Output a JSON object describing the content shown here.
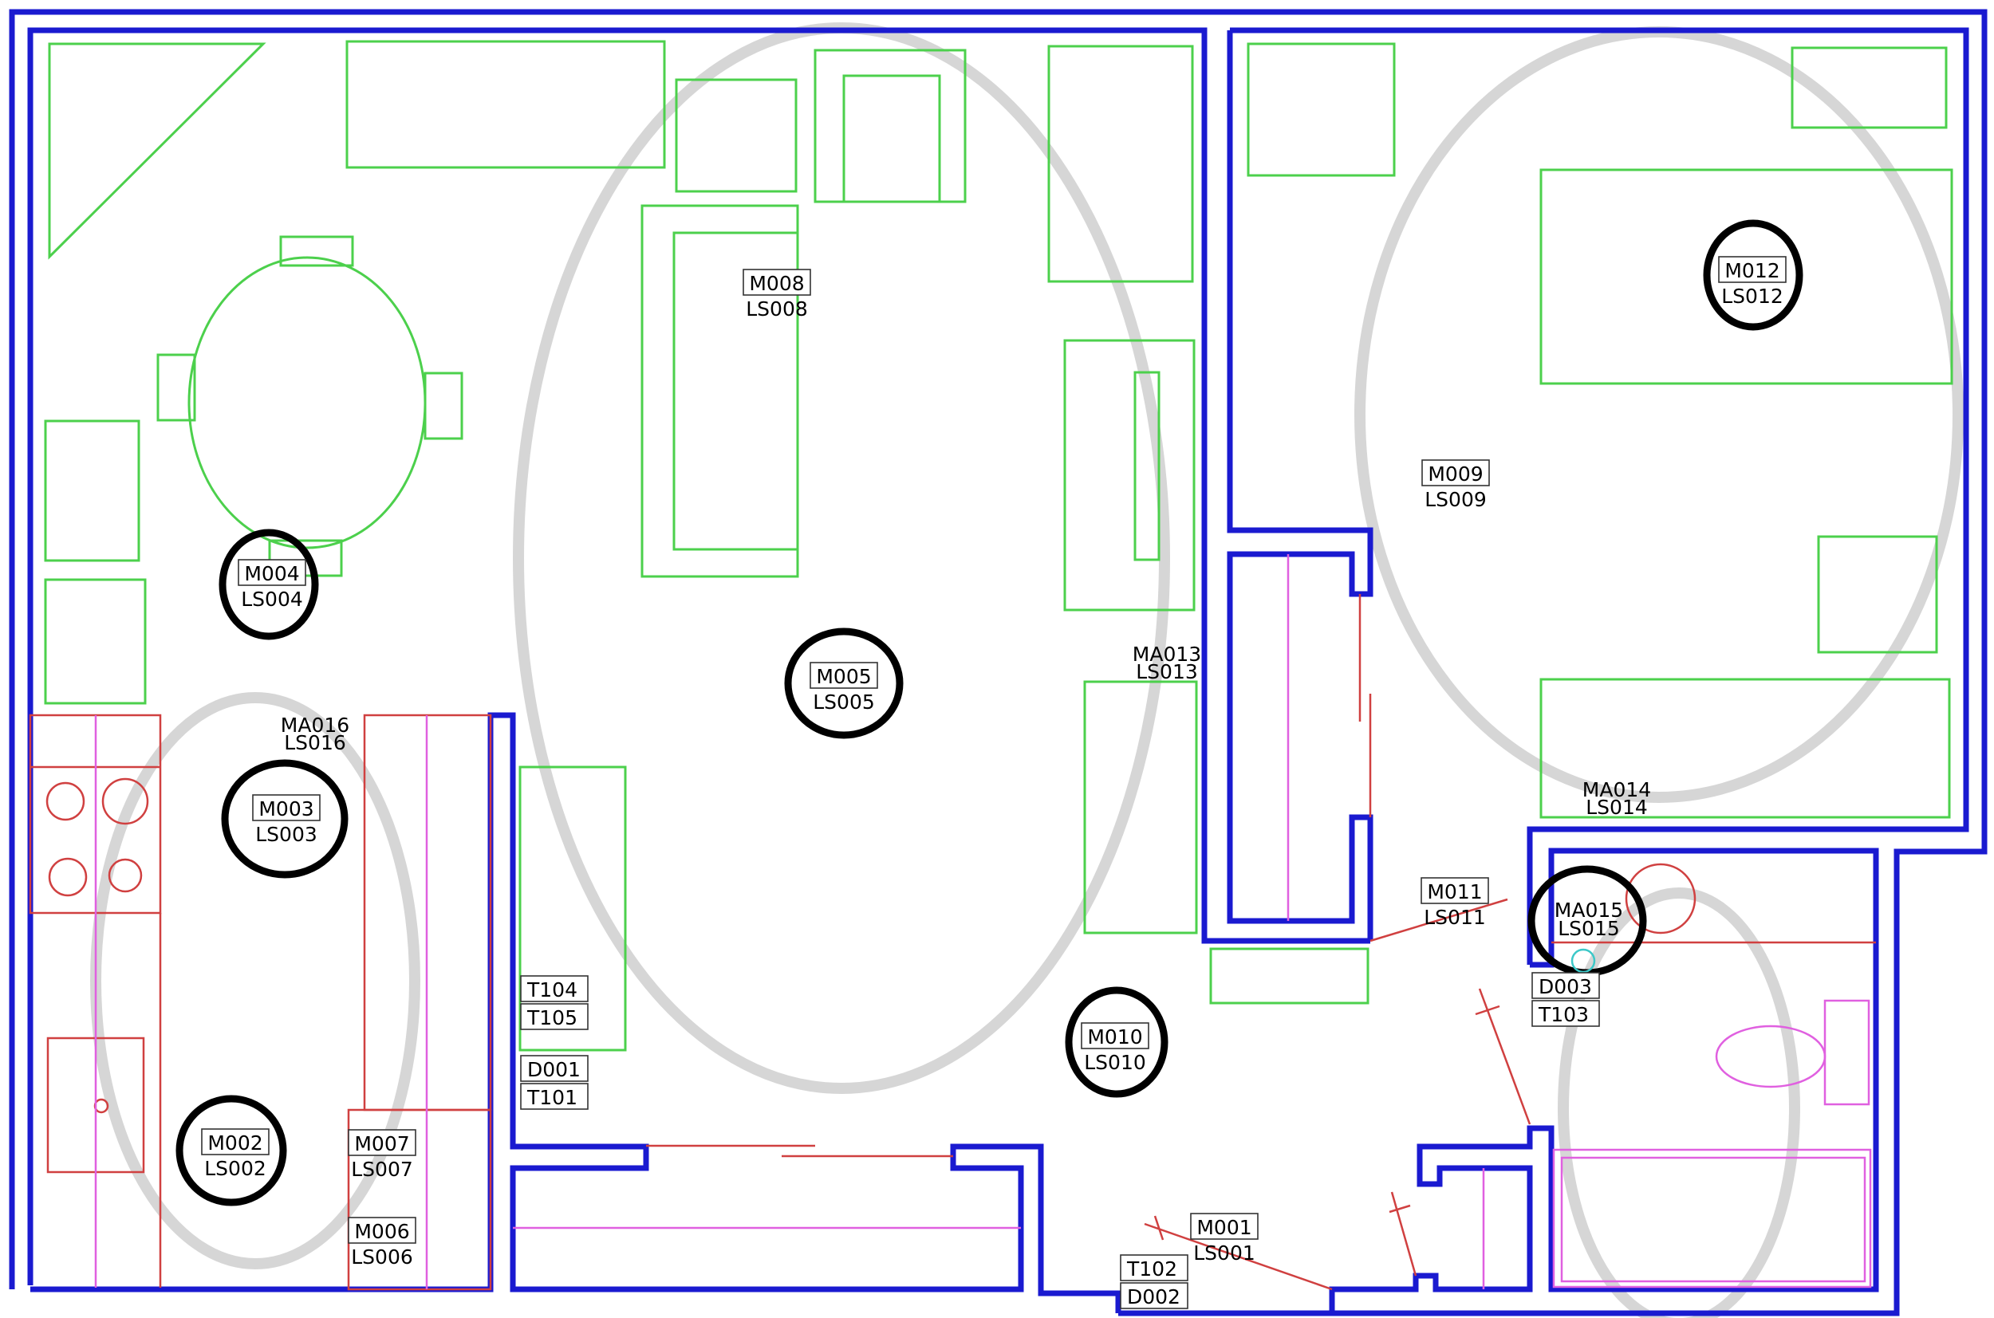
{
  "diagram": {
    "sensors": [
      {
        "id": "m001",
        "label": "M001",
        "label2": "LS001",
        "boxed": true,
        "highlighted": false
      },
      {
        "id": "m002",
        "label": "M002",
        "label2": "LS002",
        "boxed": true,
        "highlighted": true
      },
      {
        "id": "m003",
        "label": "M003",
        "label2": "LS003",
        "boxed": true,
        "highlighted": true
      },
      {
        "id": "m004",
        "label": "M004",
        "label2": "LS004",
        "boxed": true,
        "highlighted": true
      },
      {
        "id": "m005",
        "label": "M005",
        "label2": "LS005",
        "boxed": true,
        "highlighted": true
      },
      {
        "id": "m006",
        "label": "M006",
        "label2": "LS006",
        "boxed": true,
        "highlighted": false
      },
      {
        "id": "m007",
        "label": "M007",
        "label2": "LS007",
        "boxed": true,
        "highlighted": false
      },
      {
        "id": "m008",
        "label": "M008",
        "label2": "LS008",
        "boxed": true,
        "highlighted": false
      },
      {
        "id": "m009",
        "label": "M009",
        "label2": "LS009",
        "boxed": true,
        "highlighted": false
      },
      {
        "id": "m010",
        "label": "M010",
        "label2": "LS010",
        "boxed": true,
        "highlighted": true
      },
      {
        "id": "m011",
        "label": "M011",
        "label2": "LS011",
        "boxed": true,
        "highlighted": false
      },
      {
        "id": "m012",
        "label": "M012",
        "label2": "LS012",
        "boxed": true,
        "highlighted": true
      },
      {
        "id": "ma013",
        "label": "MA013",
        "label2": "LS013",
        "boxed": false,
        "highlighted": false
      },
      {
        "id": "ma014",
        "label": "MA014",
        "label2": "LS014",
        "boxed": false,
        "highlighted": false
      },
      {
        "id": "ma015",
        "label": "MA015",
        "label2": "LS015",
        "boxed": false,
        "highlighted": true
      },
      {
        "id": "ma016",
        "label": "MA016",
        "label2": "LS016",
        "boxed": false,
        "highlighted": false
      }
    ],
    "tags": [
      {
        "id": "t104",
        "label": "T104"
      },
      {
        "id": "t105",
        "label": "T105"
      },
      {
        "id": "d001",
        "label": "D001"
      },
      {
        "id": "t101",
        "label": "T101"
      },
      {
        "id": "d003",
        "label": "D003"
      },
      {
        "id": "t103",
        "label": "T103"
      },
      {
        "id": "t102",
        "label": "T102"
      },
      {
        "id": "d002",
        "label": "D002"
      }
    ],
    "colors": {
      "walls": "#1a1ad0",
      "furniture": "#4cd04c",
      "fixtures": "#d04040",
      "pipes": "#e060e0",
      "zones": "#c8c8c8",
      "highlight": "#000000",
      "sensor_marker": "#3cc8c8"
    }
  }
}
